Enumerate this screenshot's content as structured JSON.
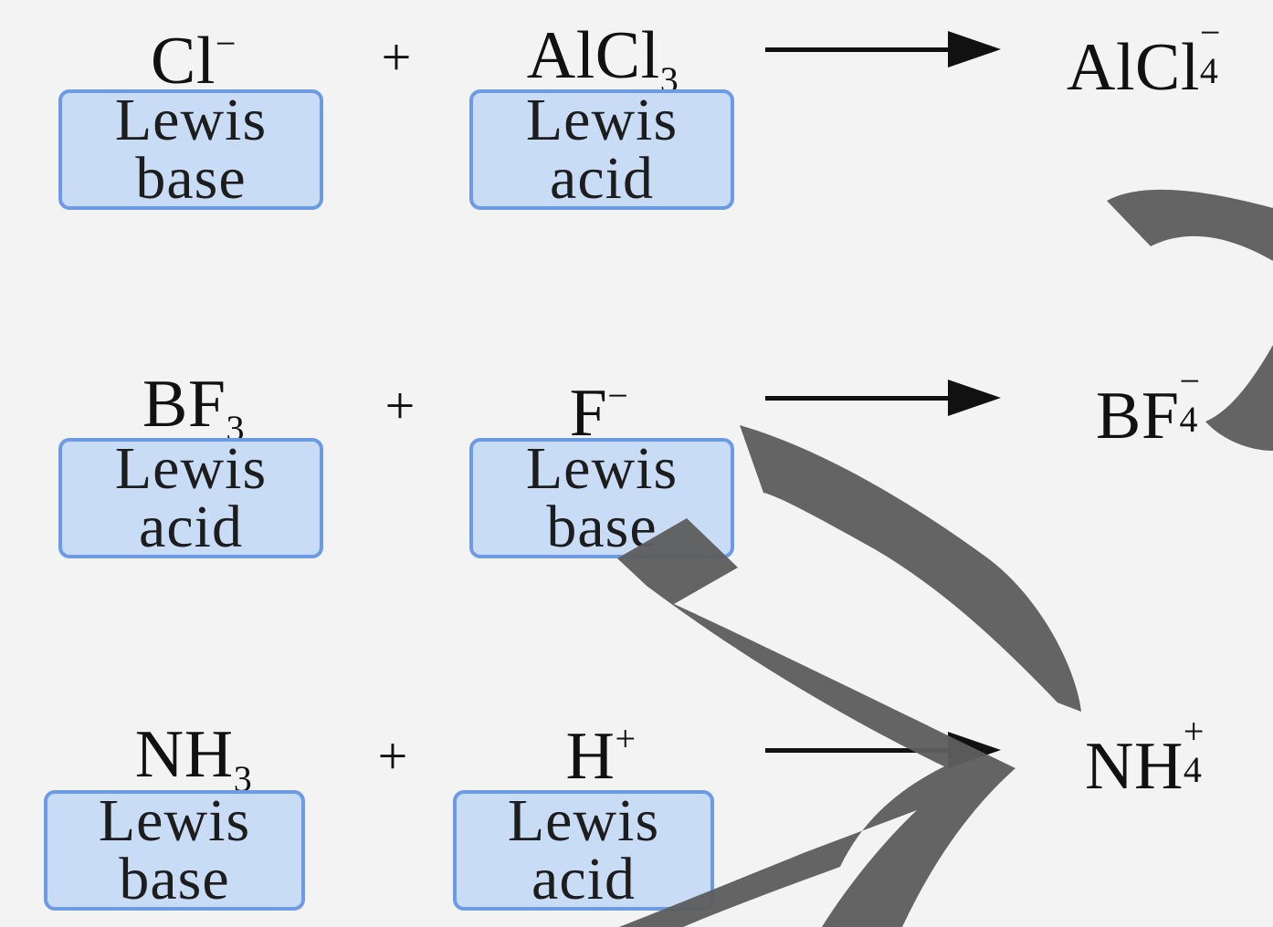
{
  "equations": [
    {
      "reactant1": {
        "base": "Cl",
        "sup": "−",
        "label_line1": "Lewis",
        "label_line2": "base"
      },
      "plus": "+",
      "reactant2": {
        "base": "AlCl",
        "sub": "3",
        "label_line1": "Lewis",
        "label_line2": "acid"
      },
      "product": {
        "base": "AlCl",
        "sup": "−",
        "sub": "4"
      }
    },
    {
      "reactant1": {
        "base": "BF",
        "sub": "3",
        "label_line1": "Lewis",
        "label_line2": "acid"
      },
      "plus": "+",
      "reactant2": {
        "base": "F",
        "sup": "−",
        "label_line1": "Lewis",
        "label_line2": "base"
      },
      "product": {
        "base": "BF",
        "sup": "−",
        "sub": "4"
      }
    },
    {
      "reactant1": {
        "base": "NH",
        "sub": "3",
        "label_line1": "Lewis",
        "label_line2": "base"
      },
      "plus": "+",
      "reactant2": {
        "base": "H",
        "sup": "+",
        "label_line1": "Lewis",
        "label_line2": "acid"
      },
      "product": {
        "base": "NH",
        "sup": "+",
        "sub": "4"
      }
    }
  ],
  "colors": {
    "background": "#f3f3f3",
    "label_fill": "#c9dcf5",
    "label_border": "#6d9be3",
    "overlay": "#5e5e5e",
    "text": "#111111"
  }
}
